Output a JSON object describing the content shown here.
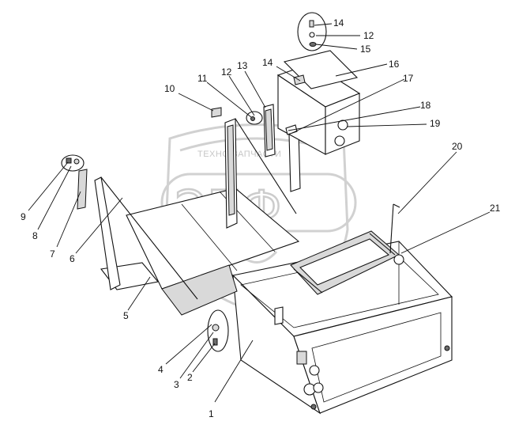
{
  "callouts": [
    "1",
    "2",
    "3",
    "4",
    "5",
    "6",
    "7",
    "8",
    "9",
    "10",
    "11",
    "12",
    "13",
    "14",
    "12",
    "15",
    "14",
    "16",
    "17",
    "18",
    "19",
    "20",
    "21"
  ],
  "watermark": {
    "arc_text": "ТЕХНО ЗАПЧАСТИ",
    "letters": "ЭПФ"
  }
}
